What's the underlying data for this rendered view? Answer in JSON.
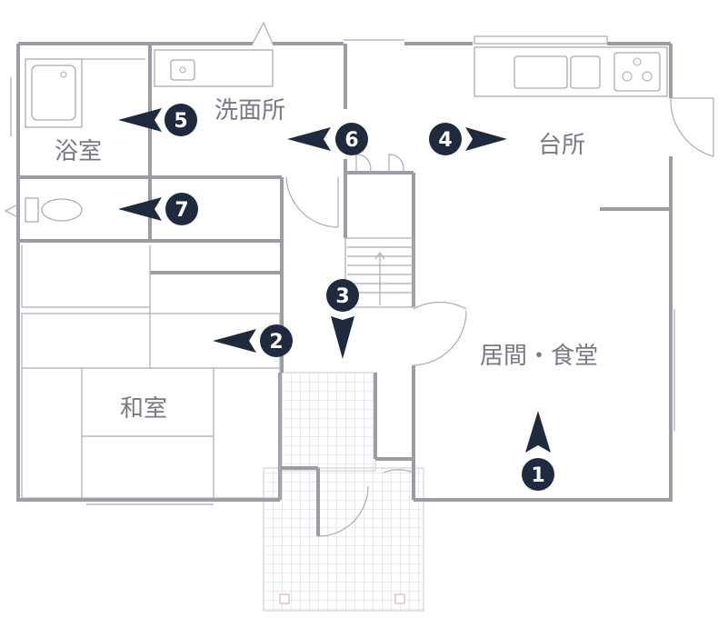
{
  "rooms": {
    "bathroom": "浴室",
    "washroom": "洗面所",
    "kitchen": "台所",
    "living": "居間・食堂",
    "washitsu": "和室"
  },
  "markers": [
    {
      "id": "marker-1",
      "label": "1",
      "direction": "up"
    },
    {
      "id": "marker-2",
      "label": "2",
      "direction": "left"
    },
    {
      "id": "marker-3",
      "label": "3",
      "direction": "down"
    },
    {
      "id": "marker-4",
      "label": "4",
      "direction": "right"
    },
    {
      "id": "marker-5",
      "label": "5",
      "direction": "left"
    },
    {
      "id": "marker-6",
      "label": "6",
      "direction": "left"
    },
    {
      "id": "marker-7",
      "label": "7",
      "direction": "left"
    }
  ],
  "colors": {
    "wall": "#9a9da3",
    "line": "#a9acb2",
    "marker": "#1f2a3f",
    "label": "#777a80"
  }
}
